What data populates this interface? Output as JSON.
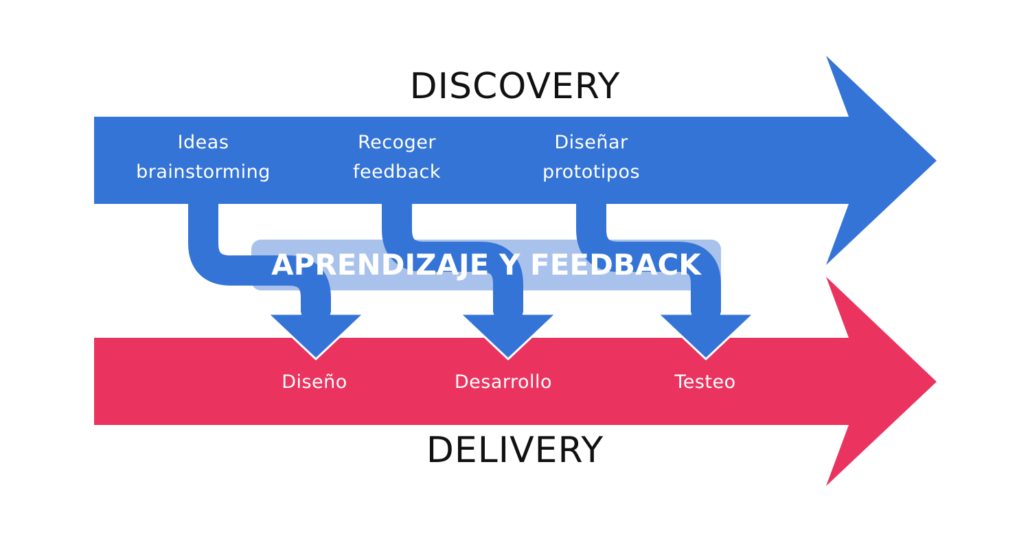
{
  "colors": {
    "discovery": "#3574D7",
    "delivery": "#EA345F",
    "feedback_band": "#A9C2EC",
    "label_text": "#FFFFFF",
    "title_text": "#111111"
  },
  "discovery": {
    "title": "DISCOVERY",
    "items": [
      {
        "line1": "Ideas",
        "line2": "brainstorming"
      },
      {
        "line1": "Recoger",
        "line2": "feedback"
      },
      {
        "line1": "Diseñar",
        "line2": "prototipos"
      }
    ]
  },
  "feedback": {
    "label": "APRENDIZAJE Y FEEDBACK"
  },
  "delivery": {
    "title": "DELIVERY",
    "items": [
      "Diseño",
      "Desarrollo",
      "Testeo"
    ]
  }
}
